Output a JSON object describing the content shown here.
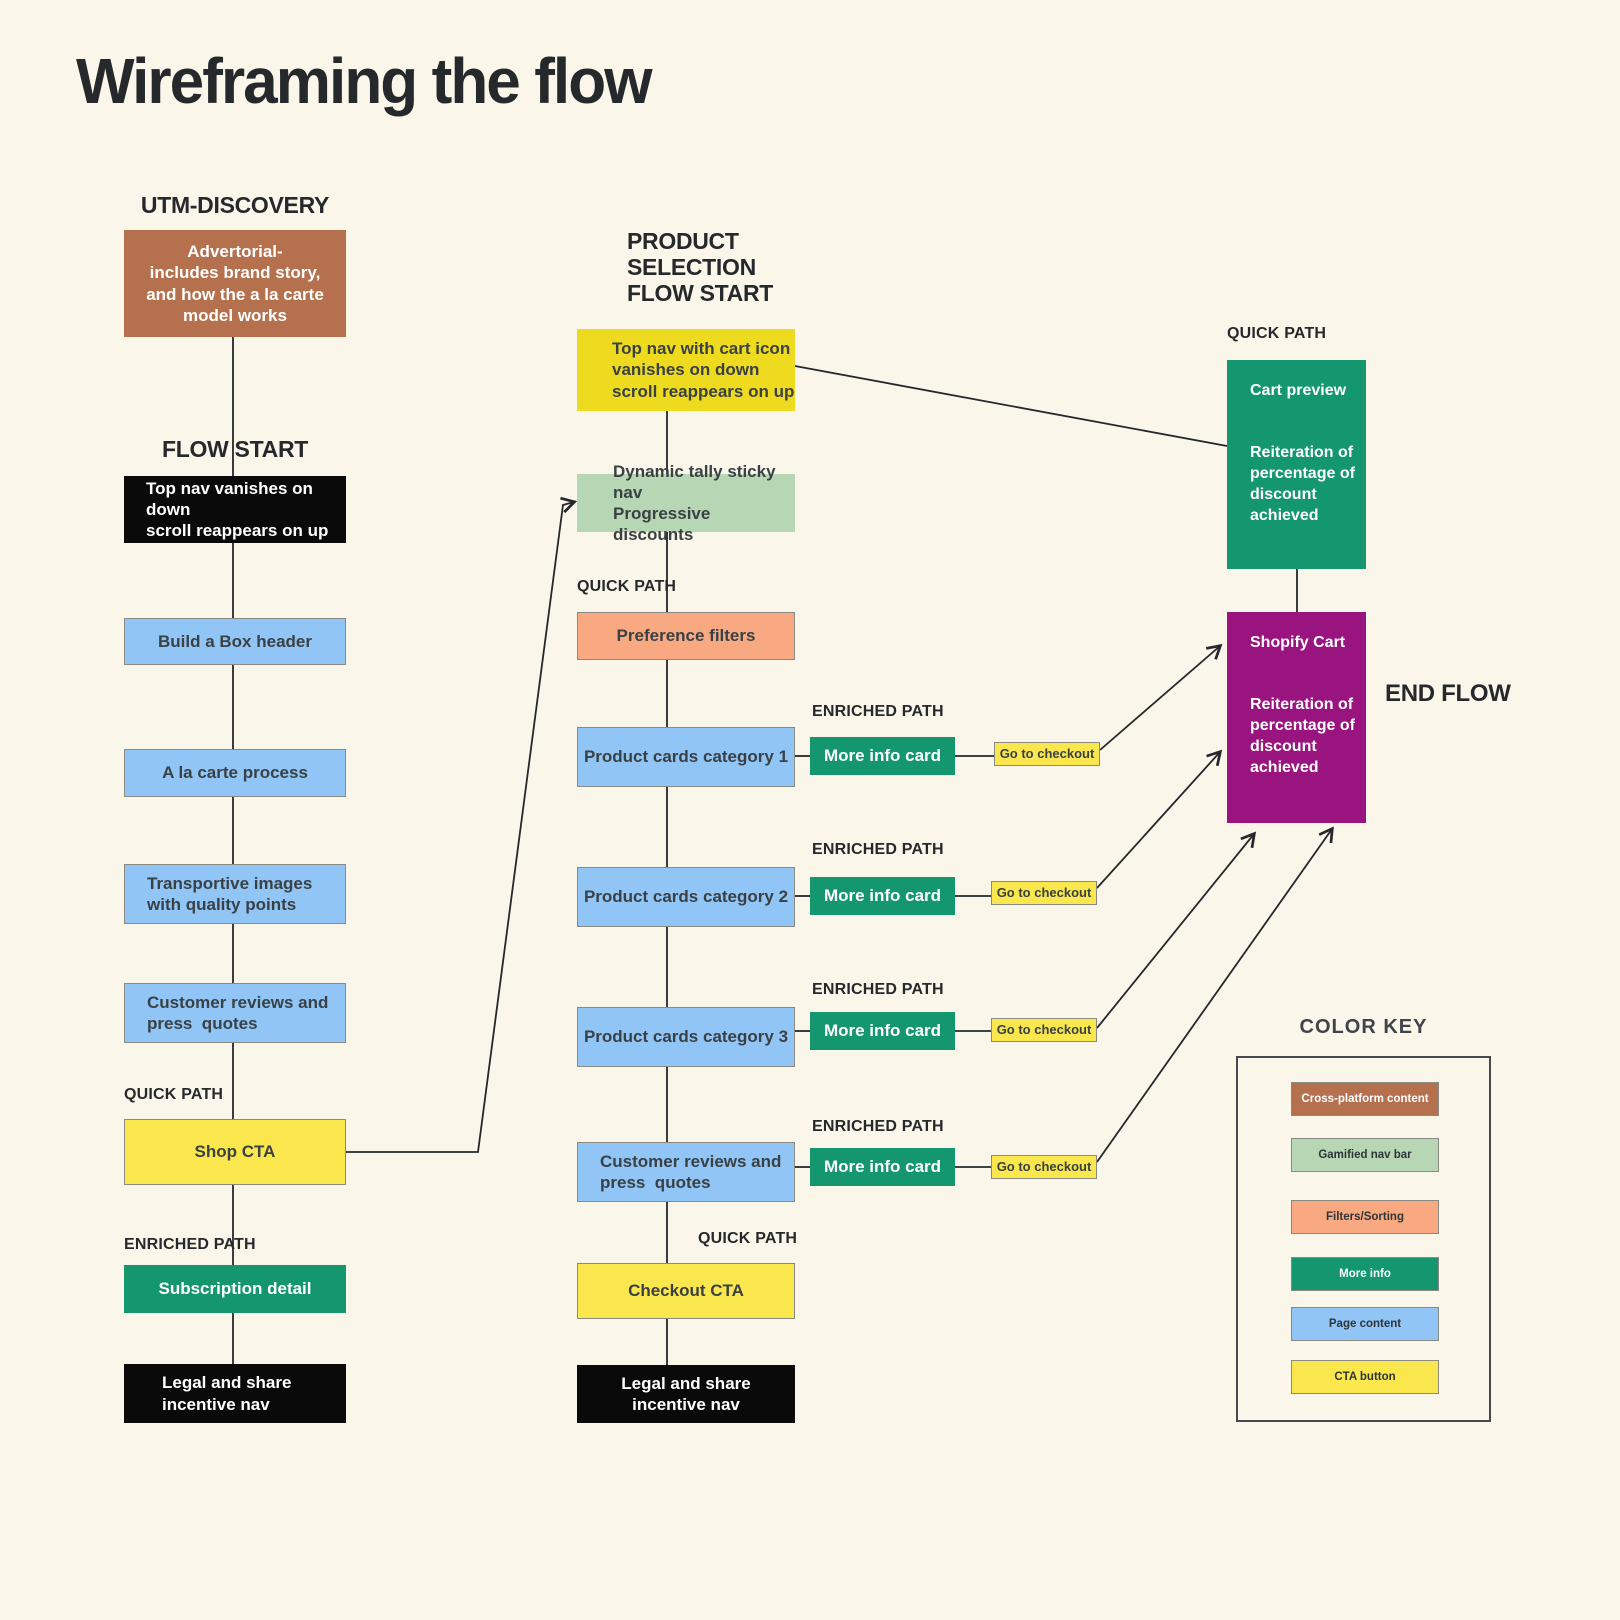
{
  "title": "Wireframing the flow",
  "colors": {
    "background": "#FBF6EA",
    "cross_platform": "#B5714E",
    "gamified_nav": "#B6D6B4",
    "filters_sorting": "#F9A981",
    "more_info": "#14966E",
    "page_content": "#90C5F6",
    "cta_button": "#FAE74E",
    "cta_button_deep": "#EEDB20",
    "nav_black": "#0A0A0A",
    "shopify_purple": "#9A1480",
    "line": "#24282B"
  },
  "left_flow": {
    "label_utm": "UTM-DISCOVERY",
    "box_advertorial": "Advertorial-\nincludes brand story,\nand how the a la carte\nmodel works",
    "label_flow_start": "FLOW START",
    "box_top_nav": "Top nav vanishes on down\nscroll reappears on up",
    "box_build_a_box": "Build a Box header",
    "box_a_la_carte": "A la carte process",
    "box_transportive": "Transportive images\nwith quality points",
    "box_customer_reviews": "Customer reviews and\npress  quotes",
    "label_quick_path": "QUICK PATH",
    "box_shop_cta": "Shop CTA",
    "label_enriched_path": "ENRICHED PATH",
    "box_subscription": "Subscription detail",
    "box_legal": "Legal and share\nincentive nav"
  },
  "middle_flow": {
    "label_start": "PRODUCT\nSELECTION\nFLOW START",
    "box_top_nav": "Top nav with cart icon\nvanishes on down\nscroll reappears on up",
    "box_dynamic_tally": "Dynamic tally sticky nav\nProgressive discounts",
    "label_quick_path": "QUICK PATH",
    "box_preference_filters": "Preference filters",
    "rows": [
      {
        "label": "ENRICHED PATH",
        "box": "Product cards category 1",
        "more_info": "More info card",
        "checkout": "Go to checkout"
      },
      {
        "label": "ENRICHED PATH",
        "box": "Product cards category 2",
        "more_info": "More info card",
        "checkout": "Go to checkout"
      },
      {
        "label": "ENRICHED PATH",
        "box": "Product cards category 3",
        "more_info": "More info card",
        "checkout": "Go to checkout"
      },
      {
        "label": "ENRICHED PATH",
        "box": "Customer reviews and\npress  quotes",
        "more_info": "More info card",
        "checkout": "Go to checkout"
      }
    ],
    "label_quick_path_checkout": "QUICK PATH",
    "box_checkout_cta": "Checkout CTA",
    "box_legal": "Legal and share\nincentive nav"
  },
  "right_flow": {
    "label_quick_path": "QUICK PATH",
    "box_cart_preview": "Cart preview\n\n\nReiteration of\npercentage of\ndiscount\nachieved",
    "box_shopify_cart": "Shopify Cart\n\n\nReiteration of\npercentage of\ndiscount\nachieved",
    "label_end_flow": "END FLOW"
  },
  "color_key": {
    "title": "COLOR KEY",
    "items": [
      {
        "label": "Cross-platform content"
      },
      {
        "label": "Gamified nav bar"
      },
      {
        "label": "Filters/Sorting"
      },
      {
        "label": "More info"
      },
      {
        "label": "Page content"
      },
      {
        "label": "CTA button"
      }
    ]
  }
}
